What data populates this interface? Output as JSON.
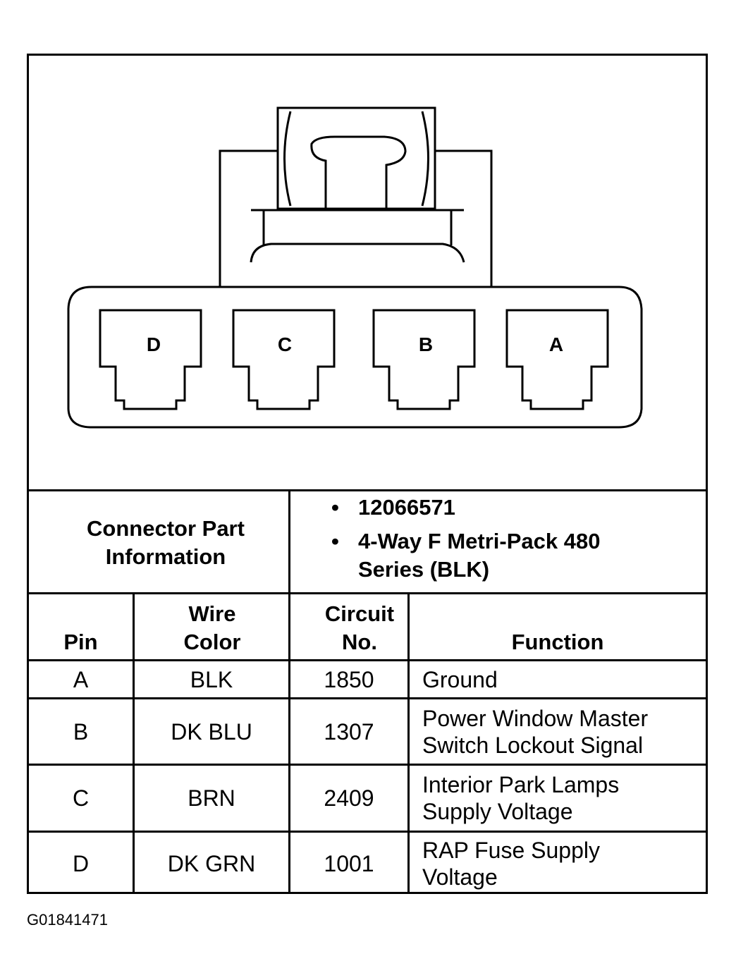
{
  "connector": {
    "cavities": [
      "D",
      "C",
      "B",
      "A"
    ]
  },
  "part_info": {
    "label": "Connector Part Information",
    "items": [
      "12066571",
      "4-Way F Metri-Pack 480 Series (BLK)"
    ]
  },
  "table": {
    "headers": {
      "pin": "Pin",
      "wire_color": "Wire Color",
      "circuit_no": "Circuit No.",
      "function": "Function"
    },
    "rows": [
      {
        "pin": "A",
        "wire_color": "BLK",
        "circuit_no": "1850",
        "function": "Ground"
      },
      {
        "pin": "B",
        "wire_color": "DK BLU",
        "circuit_no": "1307",
        "function": "Power Window Master Switch Lockout Signal"
      },
      {
        "pin": "C",
        "wire_color": "BRN",
        "circuit_no": "2409",
        "function": "Interior Park Lamps Supply Voltage"
      },
      {
        "pin": "D",
        "wire_color": "DK GRN",
        "circuit_no": "1001",
        "function": "RAP Fuse Supply Voltage"
      }
    ]
  },
  "figure_id": "G01841471"
}
